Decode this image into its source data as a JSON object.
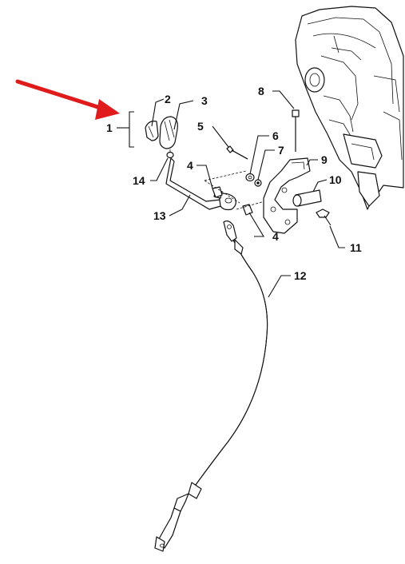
{
  "diagram": {
    "callouts": [
      {
        "id": "1",
        "text": "1"
      },
      {
        "id": "2",
        "text": "2"
      },
      {
        "id": "3",
        "text": "3"
      },
      {
        "id": "4a",
        "text": "4"
      },
      {
        "id": "4b",
        "text": "4"
      },
      {
        "id": "5",
        "text": "5"
      },
      {
        "id": "6",
        "text": "6"
      },
      {
        "id": "7",
        "text": "7"
      },
      {
        "id": "8",
        "text": "8"
      },
      {
        "id": "9",
        "text": "9"
      },
      {
        "id": "10",
        "text": "10"
      },
      {
        "id": "11",
        "text": "11"
      },
      {
        "id": "12",
        "text": "12"
      },
      {
        "id": "13",
        "text": "13"
      },
      {
        "id": "14",
        "text": "14"
      }
    ],
    "pointer_arrow": {
      "color": "#e01b1b",
      "points_to": "1"
    }
  }
}
